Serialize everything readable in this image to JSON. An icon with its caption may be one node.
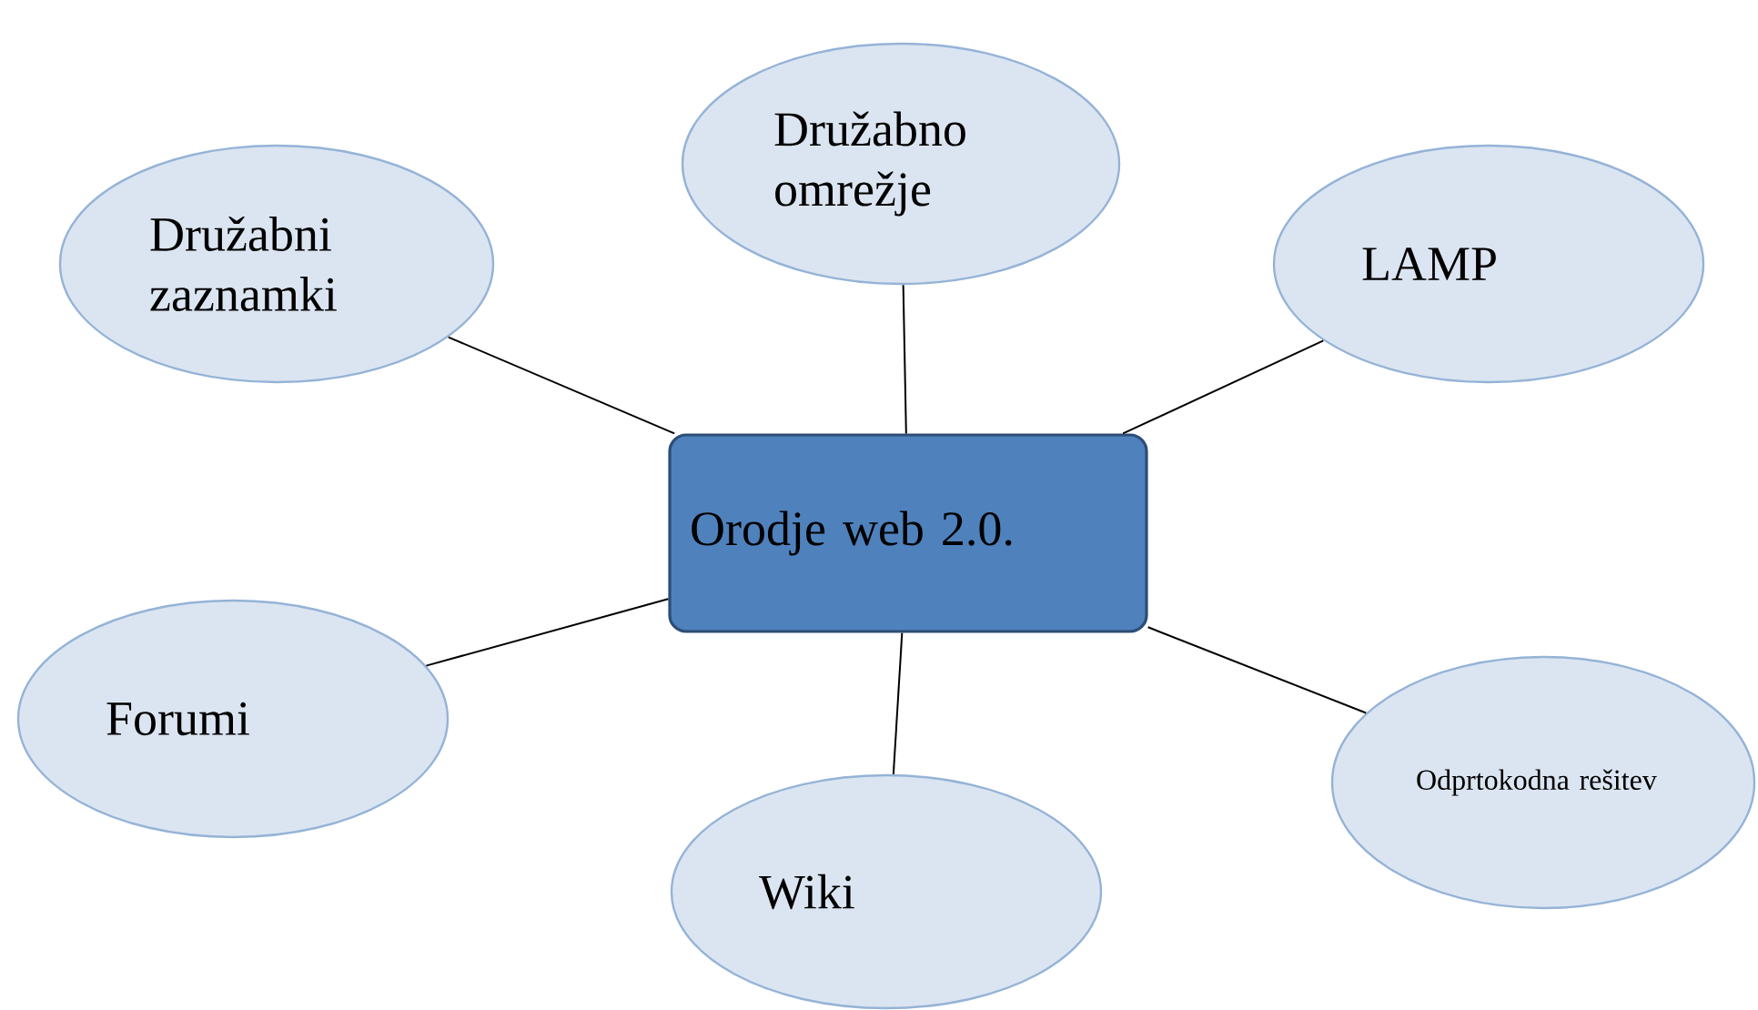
{
  "diagram": {
    "nodes": [
      {
        "text": [
          "Družabno omrežje"
        ]
      },
      {
        "text": [
          "Družabni zaznamki"
        ]
      },
      {
        "text": [
          "LAMP"
        ]
      },
      {
        "text": [
          "Orodje web 2.0."
        ]
      },
      {
        "text": [
          "Forumi"
        ]
      },
      {
        "text": [
          "Odprtokodna rešitev"
        ]
      },
      {
        "text": [
          "Wiki"
        ]
      }
    ],
    "edges": [
      {
        "from": 3,
        "to": 0,
        "arrow": "none"
      },
      {
        "from": 3,
        "to": 1,
        "arrow": "none"
      },
      {
        "from": 3,
        "to": 2,
        "arrow": "none"
      },
      {
        "from": 3,
        "to": 4,
        "arrow": "none"
      },
      {
        "from": 3,
        "to": 5,
        "arrow": "none"
      },
      {
        "from": 3,
        "to": 6,
        "arrow": "none"
      }
    ]
  }
}
